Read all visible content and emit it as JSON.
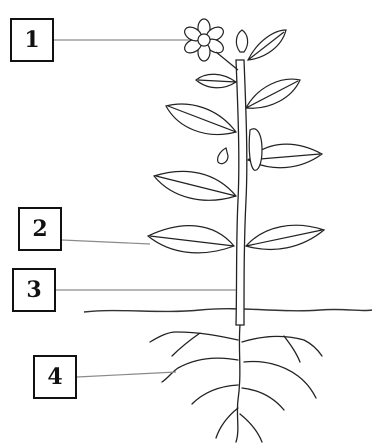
{
  "labels": [
    {
      "id": "1",
      "text": "1"
    },
    {
      "id": "2",
      "text": "2"
    },
    {
      "id": "3",
      "text": "3"
    },
    {
      "id": "4",
      "text": "4"
    }
  ],
  "colors": {
    "ink": "#111111",
    "pointer": "#8a8a8a",
    "background": "#ffffff"
  }
}
